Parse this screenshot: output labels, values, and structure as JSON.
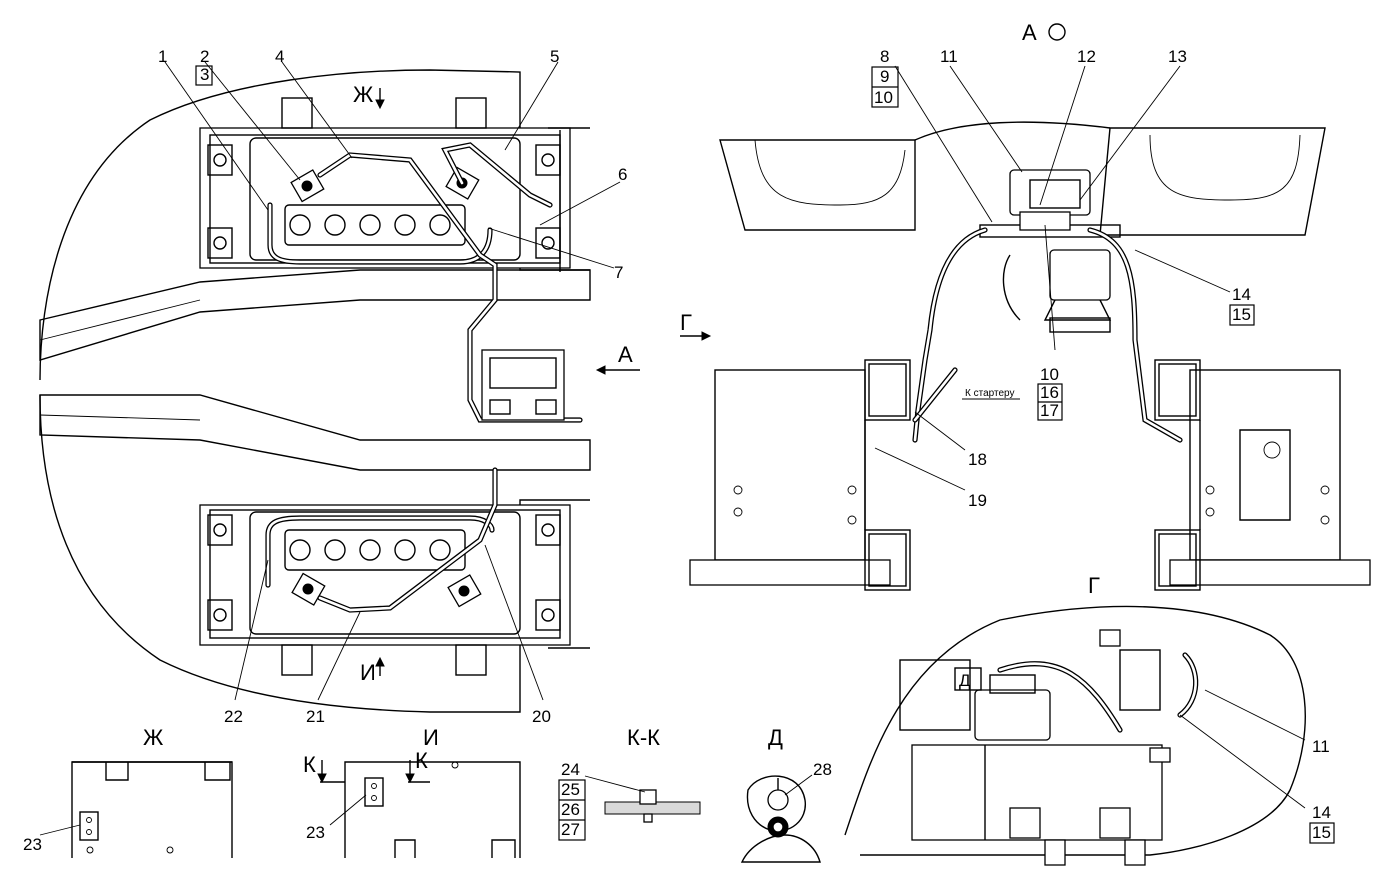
{
  "views": {
    "view_a": "А",
    "view_g_top": "Г",
    "view_g": "Г",
    "view_zh_top": "Ж",
    "view_i_top": "И",
    "view_zh": "Ж",
    "view_i": "И",
    "view_kk": "К-К",
    "view_d": "Д",
    "view_d_inner": "Д",
    "arrow_a": "А",
    "cut_k_left": "К",
    "cut_k_right": "К"
  },
  "annotations": {
    "to_starter": "К стартеру"
  },
  "callouts": {
    "c1": "1",
    "c2": "2",
    "c3": "3",
    "c4": "4",
    "c5": "5",
    "c6": "6",
    "c7": "7",
    "c8": "8",
    "c9": "9",
    "c10a": "10",
    "c11a": "11",
    "c12": "12",
    "c13": "13",
    "c14a": "14",
    "c15a": "15",
    "c10b": "10",
    "c16": "16",
    "c17": "17",
    "c18": "18",
    "c19": "19",
    "c20": "20",
    "c21": "21",
    "c22": "22",
    "c23a": "23",
    "c23b": "23",
    "c24": "24",
    "c25": "25",
    "c26": "26",
    "c27": "27",
    "c28": "28",
    "c11b": "11",
    "c14b": "14",
    "c15b": "15"
  }
}
